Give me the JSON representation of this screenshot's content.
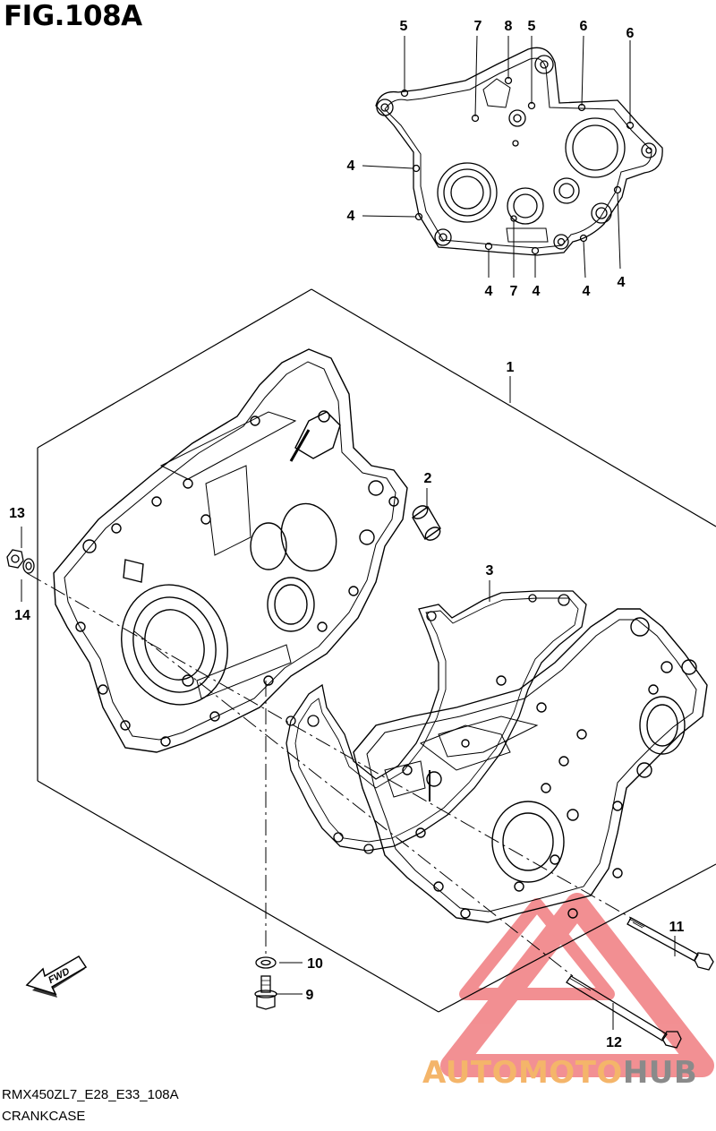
{
  "figure": {
    "title": "FIG.108A"
  },
  "footer": {
    "code": "RMX450ZL7_E28_E33_108A",
    "name": "CRANKCASE"
  },
  "watermark": {
    "part1": "AUTOMOTO",
    "part2": "HUB",
    "color_orange": "#f4b56a",
    "color_gray": "#8a8a8a",
    "triangle_color": "#e8353a"
  },
  "fwd_arrow": {
    "label": "FWD"
  },
  "callouts": {
    "c1": "1",
    "c2": "2",
    "c3": "3",
    "c4a": "4",
    "c4b": "4",
    "c4c": "4",
    "c4d": "4",
    "c4e": "4",
    "c4f": "4",
    "c5a": "5",
    "c5b": "5",
    "c6a": "6",
    "c6b": "6",
    "c7a": "7",
    "c7b": "7",
    "c8": "8",
    "c9": "9",
    "c10": "10",
    "c11": "11",
    "c12": "12",
    "c13": "13",
    "c14": "14"
  }
}
